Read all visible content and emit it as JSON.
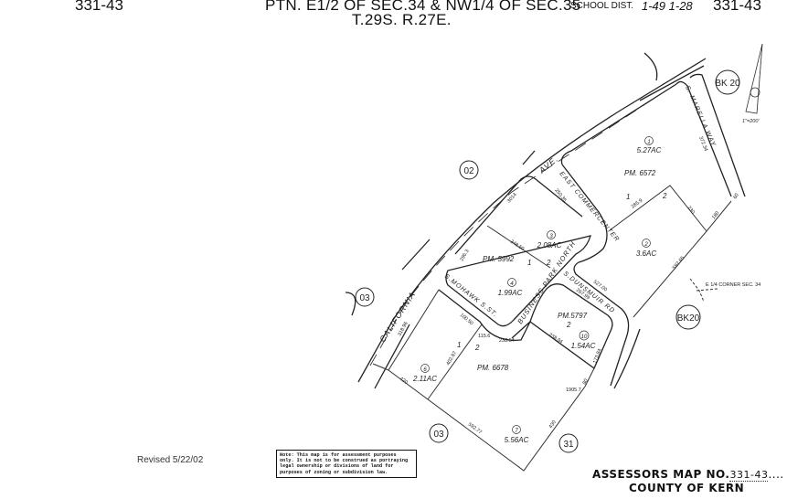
{
  "header": {
    "map_no_left": "331-43",
    "title_line1": "PTN. E1/2 OF SEC.34 & NW1/4 OF SEC.35",
    "school_dist_label": "SCHOOL DIST.",
    "school_dist_values": "1-49  1-28",
    "map_no_right": "331-43",
    "title_line2": "T.29S.  R.27E."
  },
  "streets": {
    "california": "CALIFORNIA",
    "ave": "AVE.",
    "east_commercenter": "EAST COMMERCENTER",
    "marella_way": "S. MARELLA WAY",
    "mohawk": "S.MOHAWK  S.ST.",
    "business_park_north": "BUSINESS PARK NORTH",
    "dunsmuir": "S.DUNSMUIR RD"
  },
  "parcel_maps": [
    "PM. 6572",
    "PM. 5992",
    "PM.5797",
    "PM. 6678"
  ],
  "parcels": [
    {
      "num": "1",
      "acres": "5.27AC"
    },
    {
      "num": "2",
      "acres": "3.6AC"
    },
    {
      "num": "3",
      "acres": "2.08AC"
    },
    {
      "num": "4",
      "acres": "1.99AC"
    },
    {
      "num": "10",
      "acres": "1.54AC"
    },
    {
      "num": "6",
      "acres": "2.11AC"
    },
    {
      "num": "7",
      "acres": "5.56AC"
    }
  ],
  "lot_numbers": [
    "1",
    "2",
    "1",
    "2",
    "1",
    "2",
    "2"
  ],
  "dimensions": [
    "3014",
    "296.3",
    "348.50",
    "250.35",
    "285.9",
    "230",
    "180",
    "592.65",
    "372.34",
    "318.96",
    "402.87",
    "420",
    "592.77",
    "430",
    "238.94",
    "238.54",
    "100.50",
    "115.6",
    "1905.7",
    "80",
    "173.84",
    "267.99",
    "527.00",
    "60"
  ],
  "book_refs": [
    "BK 20",
    "BK20",
    "02",
    "03",
    "03",
    "31"
  ],
  "corner_note": "E 1/4 CORNER SEC. 34",
  "north_arrow": {
    "scale": "1\"=200'",
    "icon": "north-arrow-icon"
  },
  "revised": "Revised  5/22/02",
  "disclaimer": "Note: This map is for assessment purposes only. It is not to be construed as portraying legal ownership or divisions of land for purposes of zoning or subdivision law.",
  "footer": {
    "assessors_label": "ASSESSORS MAP NO.",
    "assessors_no": "331-43",
    "county": "COUNTY OF KERN"
  }
}
